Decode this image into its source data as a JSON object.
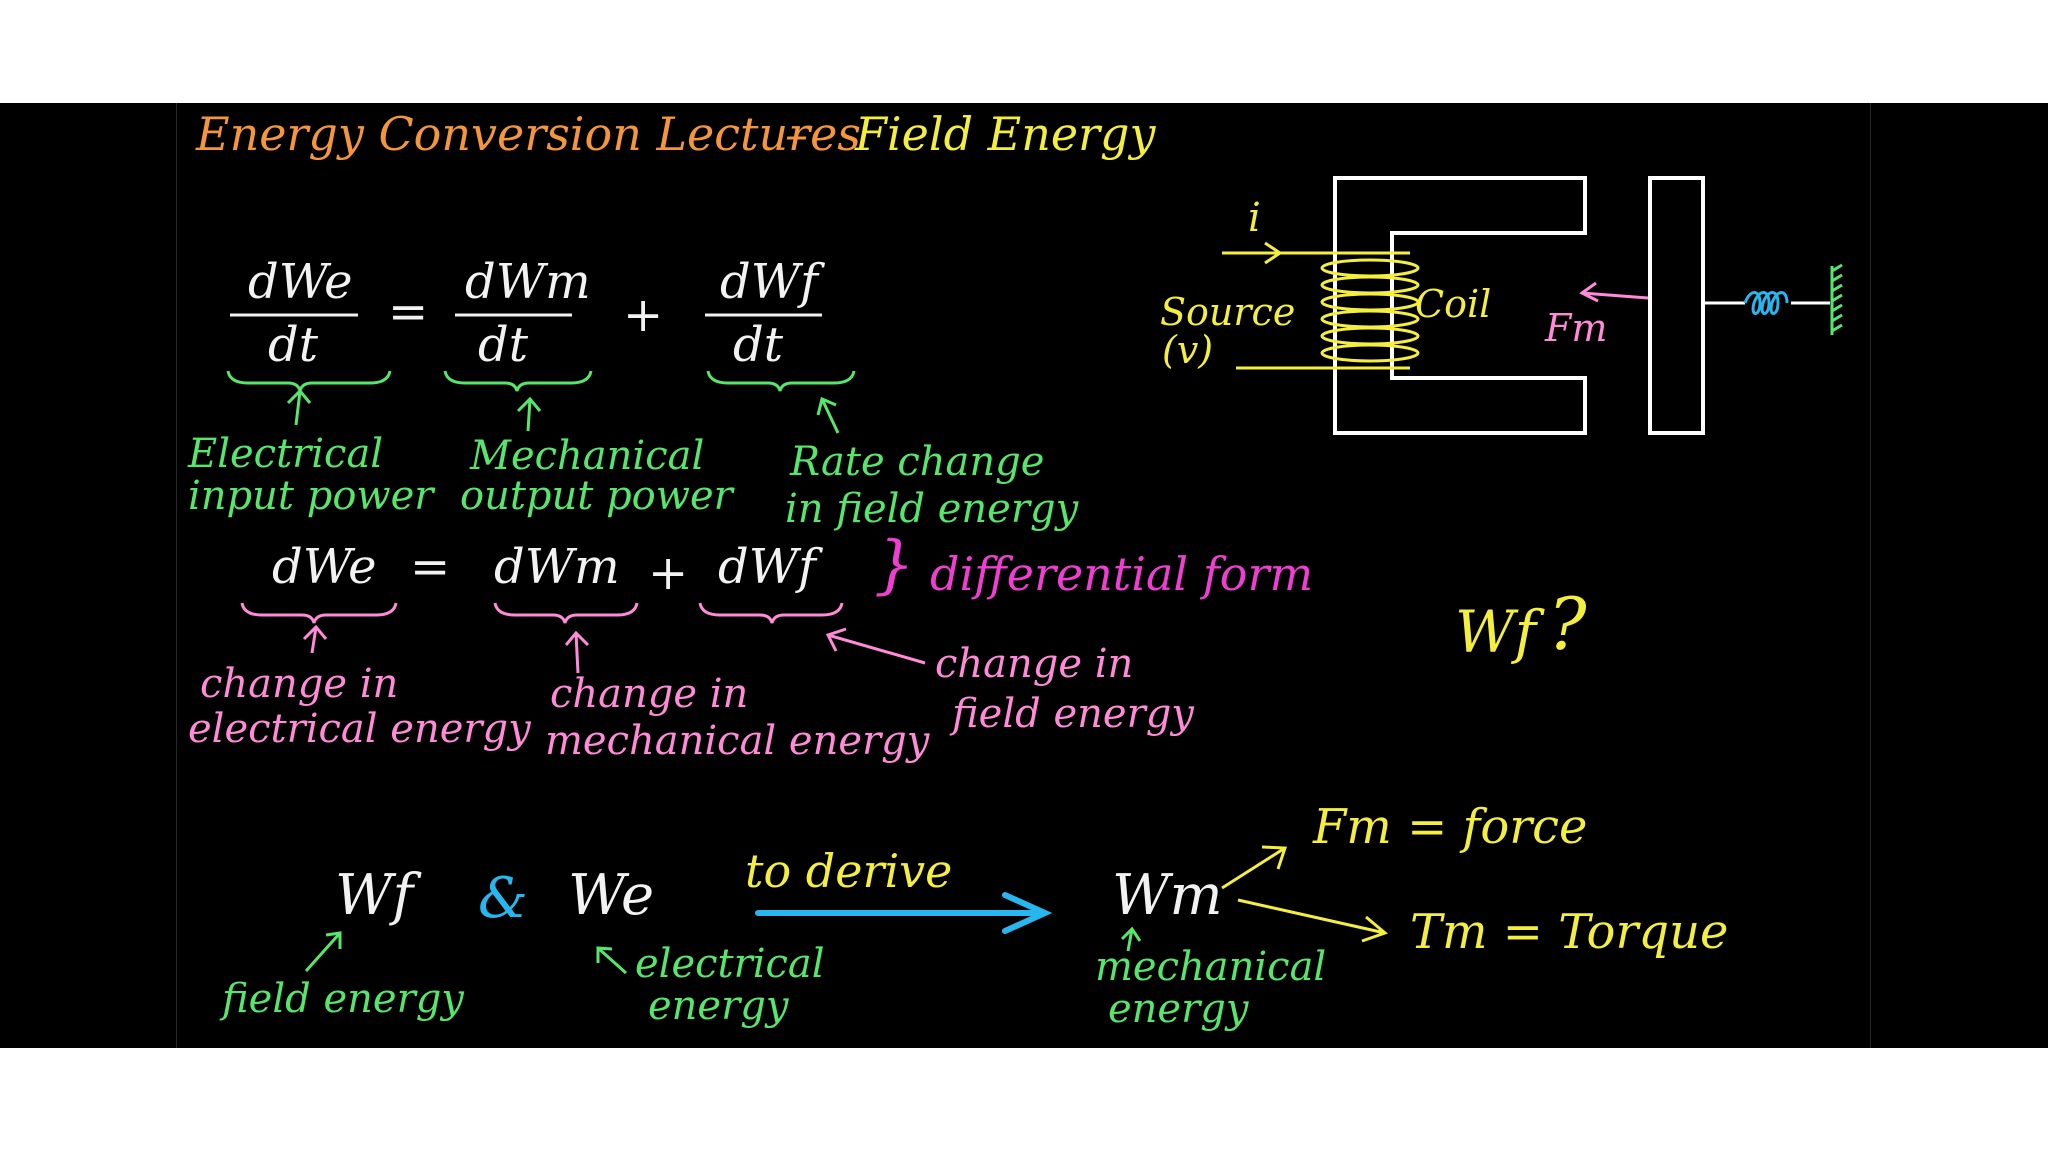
{
  "header": {
    "title_left": "Energy Conversion Lectures",
    "title_dash": "–",
    "title_right": "Field Energy"
  },
  "equation1": {
    "term_e_num": "dWe",
    "term_e_den": "dt",
    "equals": "=",
    "term_m_num": "dWm",
    "term_m_den": "dt",
    "plus": "+",
    "term_f_num": "dWf",
    "term_f_den": "dt",
    "label_e_line1": "Electrical",
    "label_e_line2": "input power",
    "label_m_line1": "Mechanical",
    "label_m_line2": "output power",
    "label_f_line1": "Rate change",
    "label_f_line2": "in field energy"
  },
  "equation2": {
    "term_e": "dWe",
    "equals": "=",
    "term_m": "dWm",
    "plus": "+",
    "term_f": "dWf",
    "brace": "}",
    "form_label": "differential form",
    "label_e_line1": "change in",
    "label_e_line2": "electrical energy",
    "label_m_line1": "change in",
    "label_m_line2": "mechanical energy",
    "label_f_line1": "change in",
    "label_f_line2": "field energy"
  },
  "diagram": {
    "current_label": "i",
    "source_line1": "Source",
    "source_line2": "(v)",
    "coil_label": "Coil",
    "force_label": "Fm",
    "colors": {
      "core": "#ffffff",
      "current": "#f4ef3f",
      "coil": "#f4ef3f",
      "force": "#ff8ad8",
      "spring": "#27b6ee",
      "ground": "#55e66b"
    }
  },
  "question": {
    "symbol": "Wf",
    "mark": "?"
  },
  "bottom": {
    "wf": "Wf",
    "amp": "&",
    "we": "We",
    "to_derive": "to derive",
    "wm": "Wm",
    "fm_eq": "Fm = force",
    "tm_eq": "Tm = Torque",
    "label_wf_line1": "field energy",
    "label_we_line1": "electrical",
    "label_we_line2": "energy",
    "label_wm_line1": "mechanical",
    "label_wm_line2": "energy"
  }
}
